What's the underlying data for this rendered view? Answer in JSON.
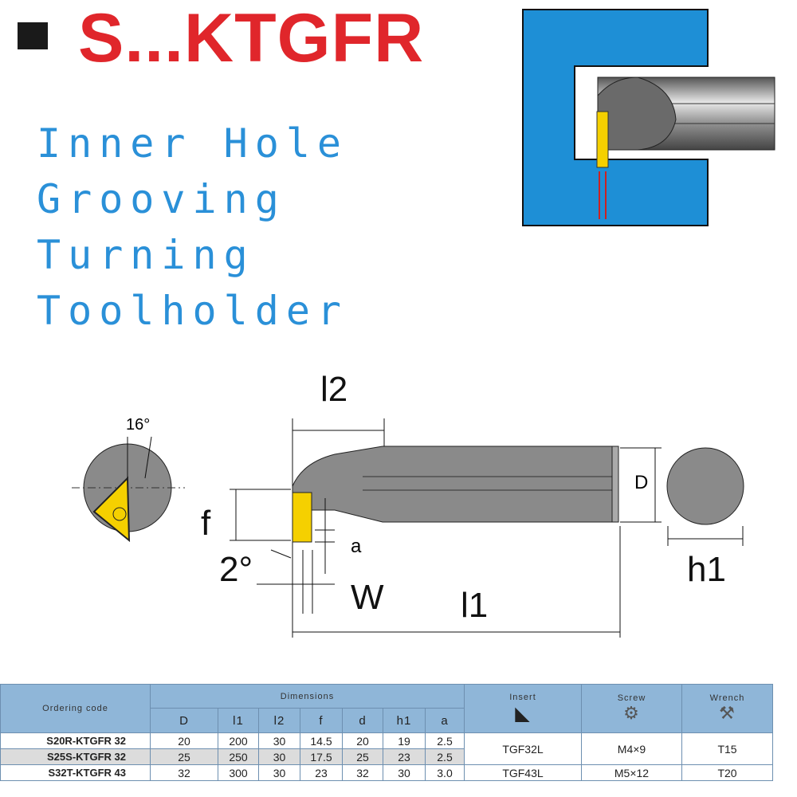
{
  "title": "S...KTGFR",
  "subtitle_lines": [
    "Inner Hole",
    "Grooving",
    "Turning",
    "Toolholder"
  ],
  "labels": {
    "l2": "l2",
    "angle16": "16°",
    "f": "f",
    "D": "D",
    "angle2": "2°",
    "a": "a",
    "W": "W",
    "l1": "l1",
    "h1": "h1"
  },
  "colors": {
    "title": "#e0262b",
    "subtitle": "#2a90d8",
    "bore": "#1e8fd6",
    "header": "#8fb6d8",
    "insert": "#f5d000"
  },
  "table": {
    "ordering_code": "Ordering code",
    "dimensions": "Dimensions",
    "insert": "Insert",
    "screw": "Screw",
    "wrench": "Wrench",
    "dim_cols": [
      "D",
      "l1",
      "l2",
      "f",
      "d",
      "h1",
      "a"
    ],
    "rows": [
      {
        "code": "S20R-KTGFR 32",
        "dims": [
          "20",
          "200",
          "30",
          "14.5",
          "20",
          "19",
          "2.5"
        ]
      },
      {
        "code": "S25S-KTGFR 32",
        "dims": [
          "25",
          "250",
          "30",
          "17.5",
          "25",
          "23",
          "2.5"
        ]
      },
      {
        "code": "S32T-KTGFR 43",
        "dims": [
          "32",
          "300",
          "30",
          "23",
          "32",
          "30",
          "3.0"
        ]
      }
    ],
    "groups": [
      {
        "insert": "TGF32L",
        "screw": "M4×9",
        "wrench": "T15"
      },
      {
        "insert": "TGF43L",
        "screw": "M5×12",
        "wrench": "T20"
      }
    ]
  }
}
